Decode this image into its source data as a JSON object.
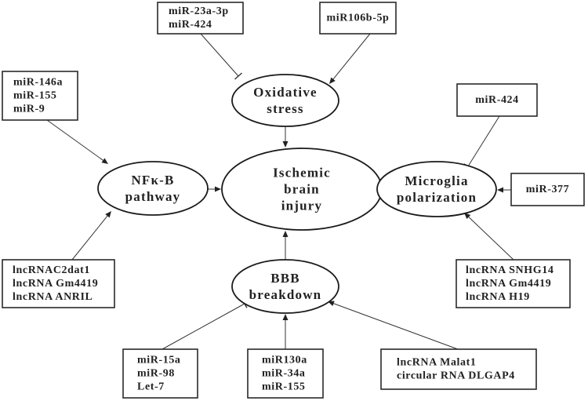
{
  "diagram": {
    "type": "regulatory-network",
    "center_node": {
      "id": "ischemic",
      "lines": [
        "Ischemic",
        "brain",
        "injury"
      ]
    },
    "nodes": [
      {
        "id": "oxidative",
        "lines": [
          "Oxidative",
          "stress"
        ]
      },
      {
        "id": "nfkb",
        "lines": [
          "NFκ-B",
          "pathway"
        ]
      },
      {
        "id": "microglia",
        "lines": [
          "Microglia",
          "polarization"
        ]
      },
      {
        "id": "bbb",
        "lines": [
          "BBB",
          "breakdown"
        ]
      }
    ],
    "regulator_boxes": [
      {
        "id": "box-mir23a",
        "lines": [
          "miR-23a-3p",
          "miR-424"
        ],
        "target": "oxidative",
        "effect": "inhibits"
      },
      {
        "id": "box-mir106b",
        "lines": [
          "miR106b-5p"
        ],
        "target": "oxidative",
        "effect": "promotes"
      },
      {
        "id": "box-mir146a",
        "lines": [
          "miR-146a",
          "miR-155",
          "miR-9"
        ],
        "target": "nfkb",
        "effect": "promotes"
      },
      {
        "id": "box-lnc-c2dat1",
        "lines": [
          "lncRNAC2dat1",
          "lncRNA Gm4419",
          "lncRNA ANRIL"
        ],
        "target": "nfkb",
        "effect": "promotes"
      },
      {
        "id": "box-mir424",
        "lines": [
          "miR-424"
        ],
        "target": "microglia",
        "effect": "inhibits"
      },
      {
        "id": "box-mir377",
        "lines": [
          "miR-377"
        ],
        "target": "microglia",
        "effect": "promotes"
      },
      {
        "id": "box-lnc-snhg14",
        "lines": [
          "lncRNA SNHG14",
          "lncRNA Gm4419",
          "lncRNA H19"
        ],
        "target": "microglia",
        "effect": "promotes"
      },
      {
        "id": "box-mir15a",
        "lines": [
          "miR-15a",
          "miR-98",
          "Let-7"
        ],
        "target": "bbb",
        "effect": "inhibits"
      },
      {
        "id": "box-mir130a",
        "lines": [
          "miR130a",
          "miR-34a",
          "miR-155"
        ],
        "target": "bbb",
        "effect": "promotes"
      },
      {
        "id": "box-lnc-malat1",
        "lines": [
          "lncRNA Malat1",
          "circular RNA DLGAP4"
        ],
        "target": "bbb",
        "effect": "promotes"
      }
    ],
    "edges": [
      {
        "from": "oxidative",
        "to": "ischemic",
        "effect": "promotes"
      },
      {
        "from": "nfkb",
        "to": "ischemic",
        "effect": "promotes"
      },
      {
        "from": "microglia",
        "to": "ischemic",
        "effect": "promotes"
      },
      {
        "from": "bbb",
        "to": "ischemic",
        "effect": "promotes"
      }
    ],
    "colors": {
      "stroke": "#222222",
      "background": "#ffffff",
      "text": "#222222"
    }
  }
}
